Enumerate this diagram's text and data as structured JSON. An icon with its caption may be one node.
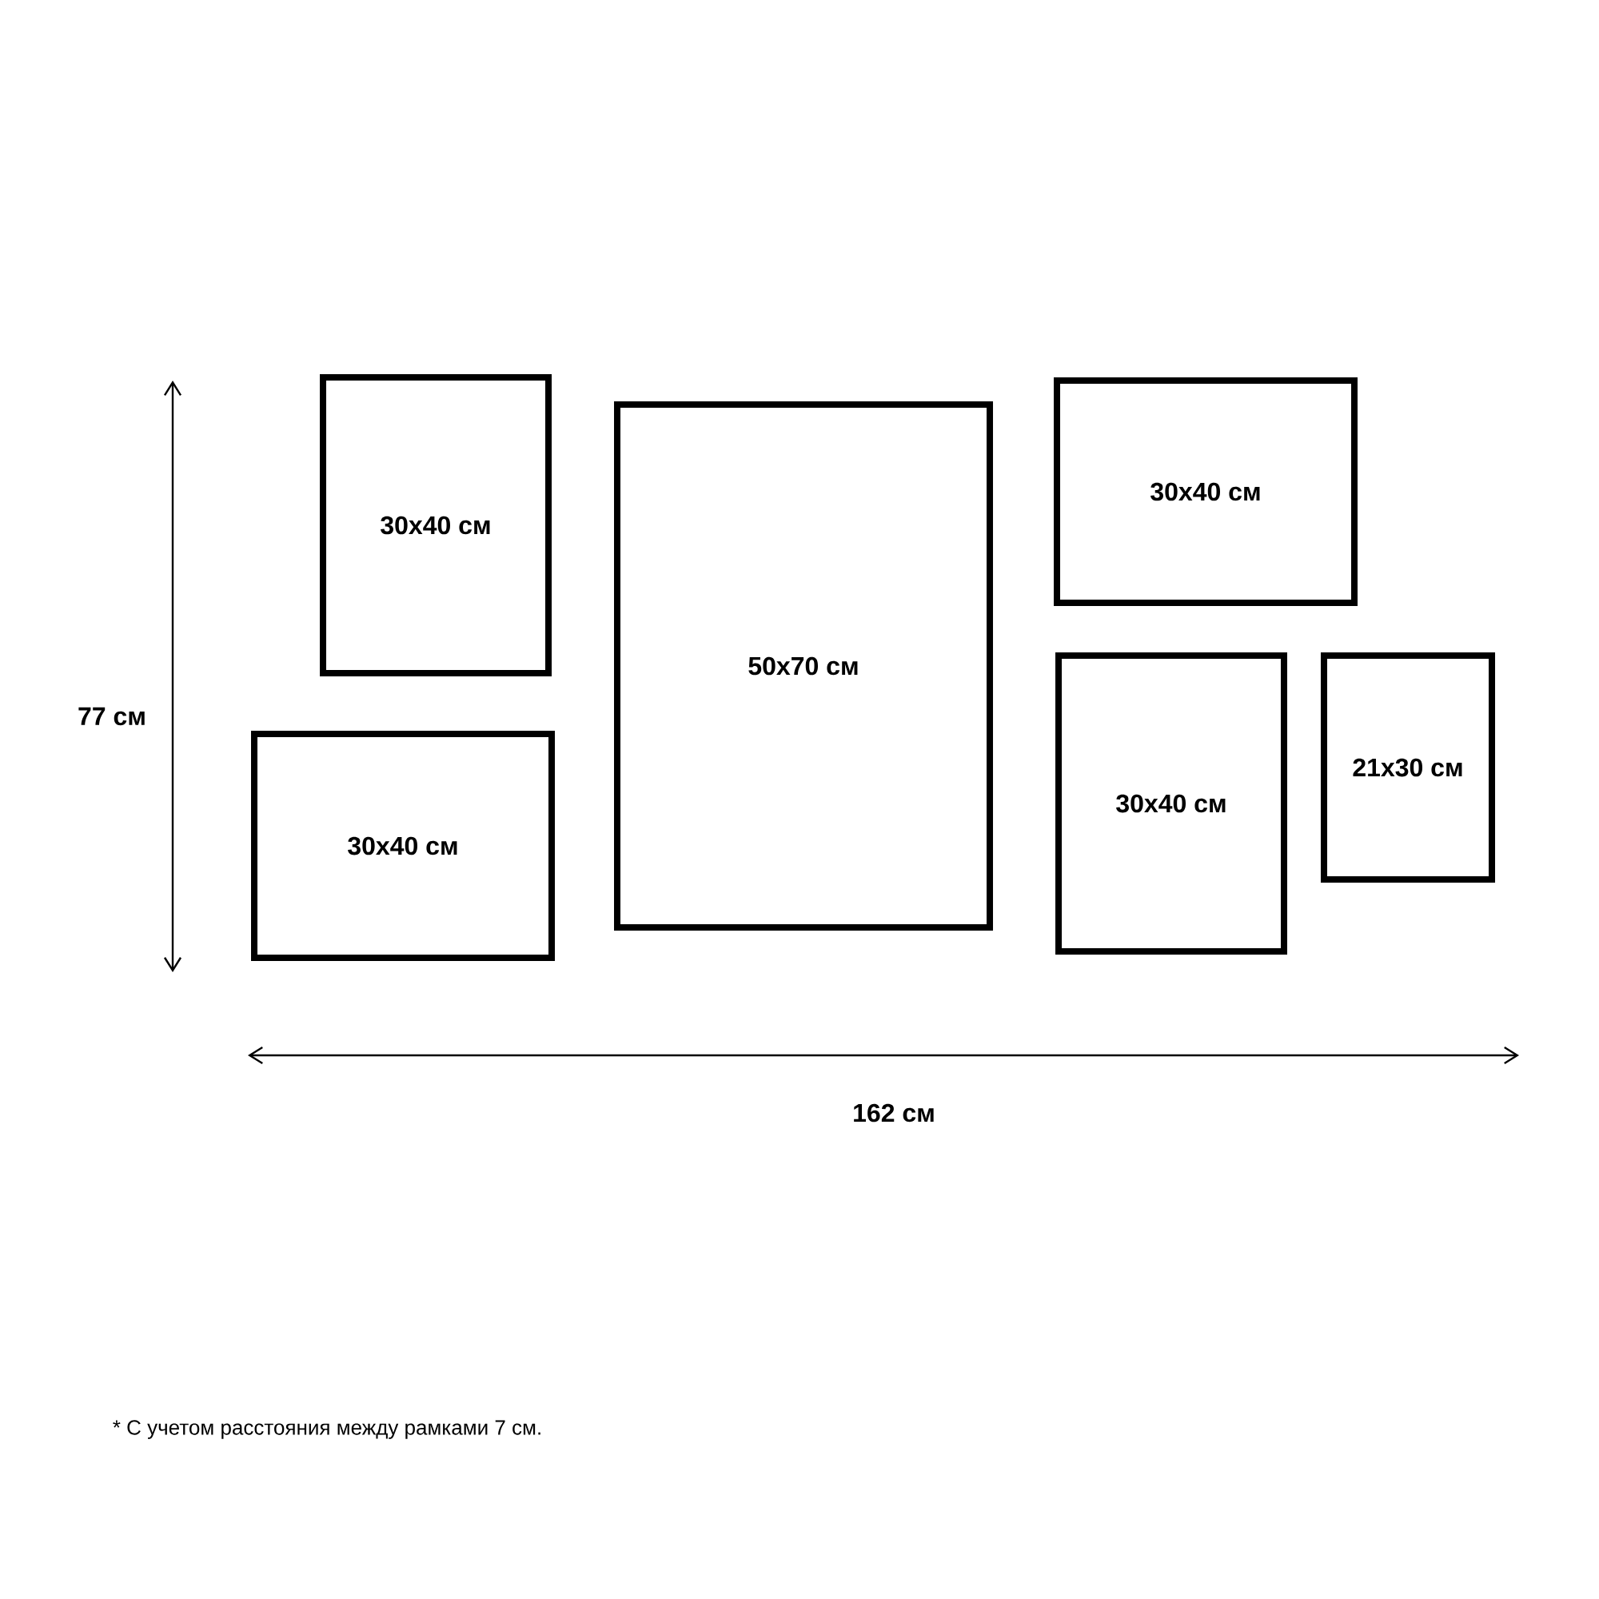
{
  "diagram": {
    "nodes": [
      {
        "text": [
          "30x40 см"
        ]
      },
      {
        "text": [
          "30x40 см"
        ]
      },
      {
        "text": [
          "50x70 см"
        ]
      },
      {
        "text": [
          "30x40 см"
        ]
      },
      {
        "text": [
          "30x40 см"
        ]
      },
      {
        "text": [
          "21x30 см"
        ]
      }
    ],
    "labels": [
      "77 см",
      "162 см",
      "* С учетом расстояния между рамками 7 см."
    ]
  }
}
